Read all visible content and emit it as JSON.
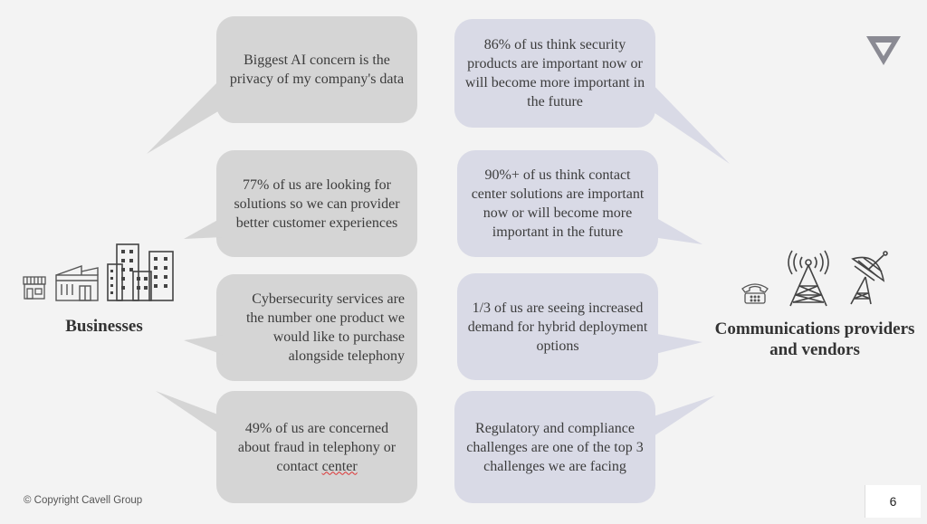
{
  "colors": {
    "left_bubble": "#d5d5d5",
    "right_bubble": "#d9dae6",
    "logo": "#8a8a93",
    "background": "#f3f3f3"
  },
  "left_bubbles": [
    {
      "text": "Biggest AI concern is the privacy of my company's data"
    },
    {
      "text": "77% of us are looking for solutions so we can provider better customer experiences"
    },
    {
      "text": "Cybersecurity services are the number one product we would like to purchase alongside telephony"
    },
    {
      "text": "49% of us are concerned about fraud in telephony or",
      "text_tail": "center",
      "text_mid": "contact "
    }
  ],
  "right_bubbles": [
    {
      "text": "86% of us think security products are important now or will become more important in the future"
    },
    {
      "text": "90%+ of us think contact center solutions are important now or will become more important in the future"
    },
    {
      "text": "1/3 of us are seeing increased demand for hybrid deployment options"
    },
    {
      "text": "Regulatory and compliance challenges are one of the top 3 challenges we are facing"
    }
  ],
  "labels": {
    "businesses": "Businesses",
    "providers_line1": "Communications providers",
    "providers_line2": "and vendors"
  },
  "icons": {
    "left": [
      "storefront-icon",
      "factory-icon",
      "office-buildings-icon"
    ],
    "right": [
      "telephone-icon",
      "radio-tower-icon",
      "satellite-dish-icon"
    ],
    "brand": "triangle-logo-icon"
  },
  "footer": {
    "copyright": "© Copyright Cavell Group",
    "page_number": "6"
  }
}
